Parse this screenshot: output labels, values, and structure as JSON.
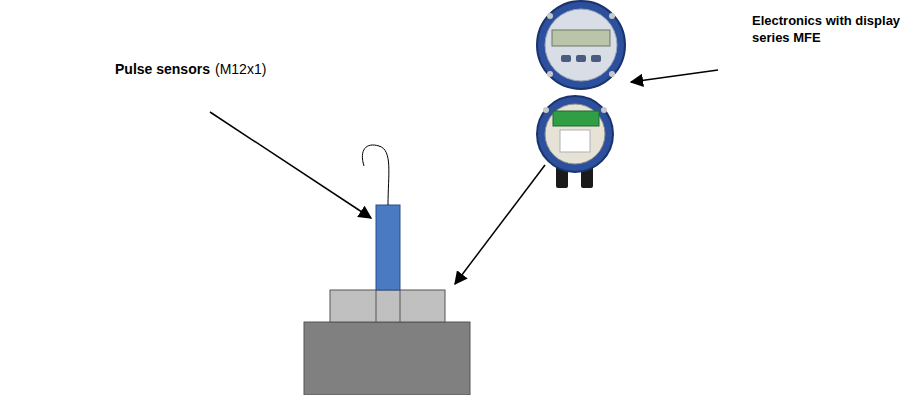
{
  "diagram": {
    "labels": [
      "Pulse sensors",
      "(M12x1)",
      "Electronics with display series MFE"
    ]
  }
}
